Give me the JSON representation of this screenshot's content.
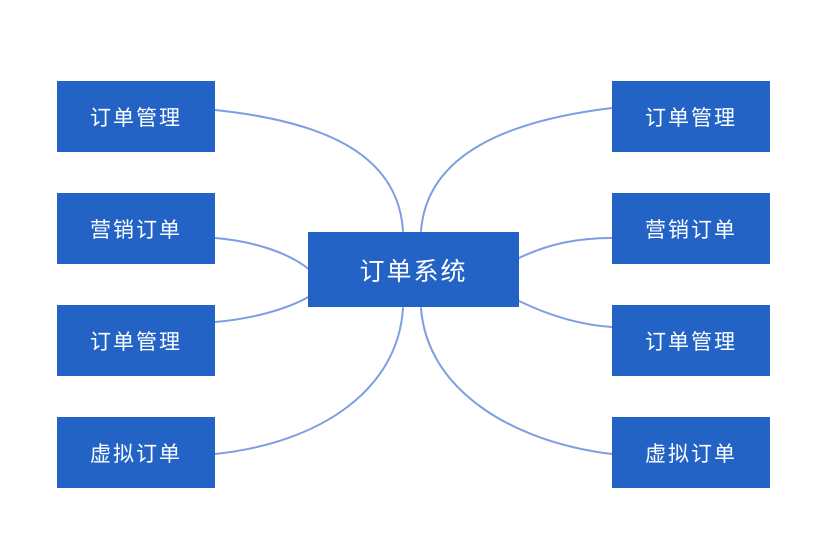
{
  "colors": {
    "node_fill": "#2363C6",
    "node_text": "#FFFFFF",
    "connector": "#7D9EE0",
    "canvas_bg": "#FFFFFF"
  },
  "diagram": {
    "type": "mindmap",
    "root": {
      "label": "订单系统"
    },
    "left_nodes": [
      {
        "label": "订单管理"
      },
      {
        "label": "营销订单"
      },
      {
        "label": "订单管理"
      },
      {
        "label": "虚拟订单"
      }
    ],
    "right_nodes": [
      {
        "label": "订单管理"
      },
      {
        "label": "营销订单"
      },
      {
        "label": "订单管理"
      },
      {
        "label": "虚拟订单"
      }
    ]
  }
}
